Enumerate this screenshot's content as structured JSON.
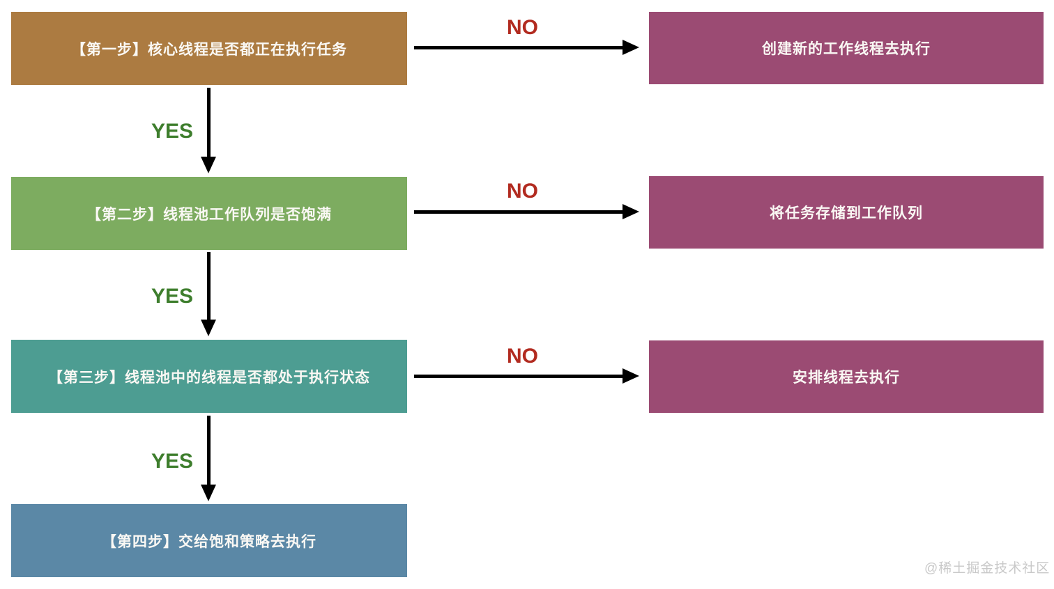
{
  "flowchart": {
    "rows": [
      {
        "step": {
          "label": "【第一步】核心线程是否都正在执行任务",
          "color": "#ac7b41"
        },
        "no_label": "NO",
        "outcome": {
          "label": "创建新的工作线程去执行",
          "color": "#9b4b73"
        },
        "yes_label": "YES"
      },
      {
        "step": {
          "label": "【第二步】线程池工作队列是否饱满",
          "color": "#7dac60"
        },
        "no_label": "NO",
        "outcome": {
          "label": "将任务存储到工作队列",
          "color": "#9b4b73"
        },
        "yes_label": "YES"
      },
      {
        "step": {
          "label": "【第三步】线程池中的线程是否都处于执行状态",
          "color": "#4d9d92"
        },
        "no_label": "NO",
        "outcome": {
          "label": "安排线程去执行",
          "color": "#9b4b73"
        },
        "yes_label": "YES"
      },
      {
        "step": {
          "label": "【第四步】交给饱和策略去执行",
          "color": "#5b88a6"
        }
      }
    ],
    "label_colors": {
      "no": "#b22b20",
      "yes": "#3e7e2d"
    },
    "arrow_color": "#000000"
  },
  "watermark": {
    "text": "@稀土掘金技术社区",
    "color": "#c9c9c9"
  }
}
